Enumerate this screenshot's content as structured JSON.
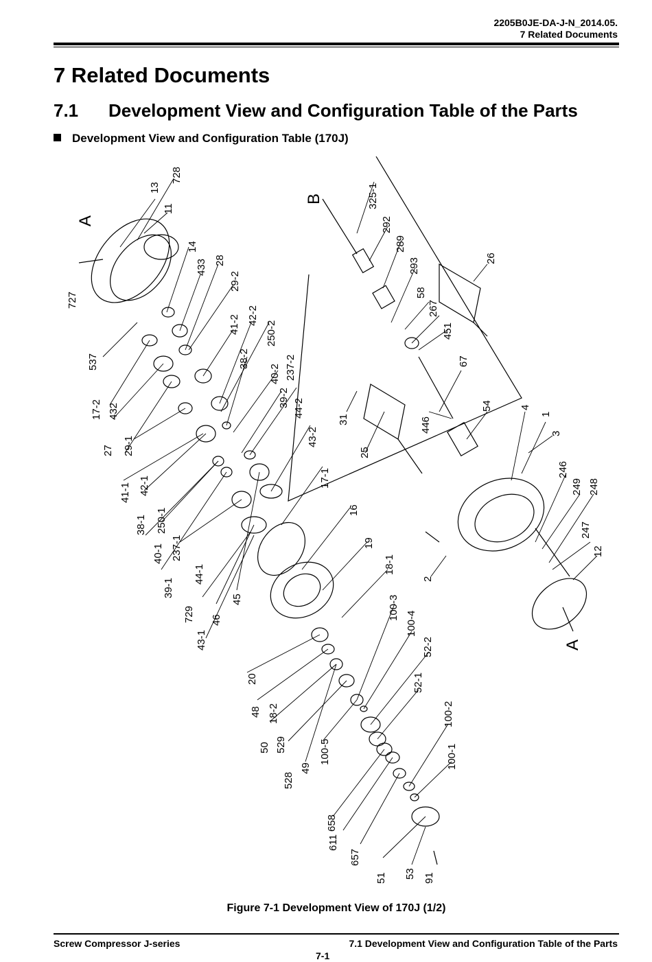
{
  "header": {
    "doc_code": "2205B0JE-DA-J-N_2014.05.",
    "section": "7 Related Documents"
  },
  "chapter_title": "7 Related Documents",
  "section_number": "7.1",
  "section_title": "Development View and Configuration Table of the Parts",
  "subsection_title": "Development View and Configuration Table (170J)",
  "figure": {
    "caption": "Figure 7-1 Development View of 170J (1/2)",
    "callouts": [
      "728",
      "13",
      "11",
      "A",
      "727",
      "14",
      "433",
      "28",
      "29-2",
      "537",
      "41-2",
      "42-2",
      "250-2",
      "17-2",
      "432",
      "38-2",
      "40-2",
      "237-2",
      "27",
      "29-1",
      "39-2",
      "44-2",
      "41-1",
      "42-1",
      "43-2",
      "38-1",
      "250-1",
      "40-1",
      "237-1",
      "39-1",
      "44-1",
      "17-1",
      "729",
      "46",
      "45",
      "43-1",
      "16",
      "19",
      "18-1",
      "20",
      "48",
      "18-2",
      "50",
      "529",
      "528",
      "49",
      "100-3",
      "100-4",
      "52-2",
      "100-5",
      "52-1",
      "100-2",
      "100-1",
      "658",
      "611",
      "657",
      "51",
      "53",
      "91",
      "B",
      "325-1",
      "292",
      "289",
      "293",
      "58",
      "267",
      "451",
      "26",
      "67",
      "31",
      "446",
      "54",
      "25",
      "4",
      "1",
      "3",
      "246",
      "249",
      "248",
      "247",
      "2",
      "12",
      "A"
    ]
  },
  "footer": {
    "left": "Screw Compressor J-series",
    "right": "7.1 Development View and Configuration Table of the Parts",
    "page": "7-1"
  }
}
